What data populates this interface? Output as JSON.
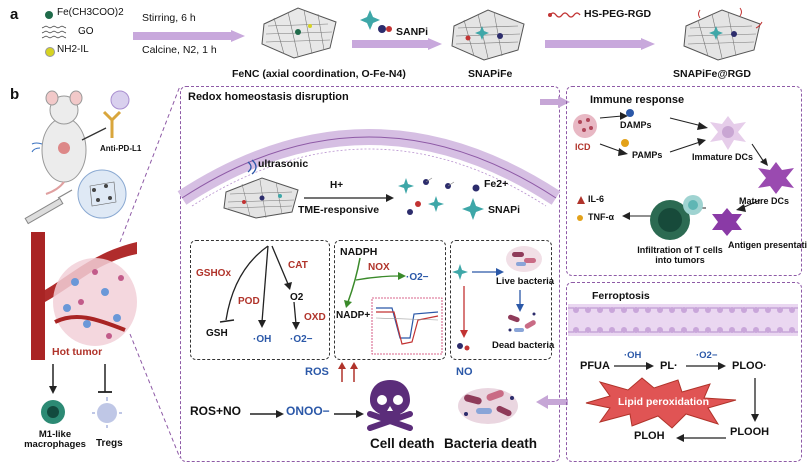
{
  "panel_a": {
    "label": "a",
    "reagents": {
      "fe_acetate": "Fe(CH3COO)2",
      "go": "GO",
      "nh2_il": "NH2-IL"
    },
    "step1": {
      "top": "Stirring, 6 h",
      "bottom": "Calcine, N2, 1 h"
    },
    "fenc_label": "FeNC (axial coordination, O-Fe-N4)",
    "sanpi_reagent": "SANPi",
    "snapife_label": "SNAPiFe",
    "peg_reagent": "HS-PEG-RGD",
    "final_label": "SNAPiFe@RGD"
  },
  "panel_b": {
    "label": "b",
    "anti_pd_l1": "Anti-PD-L1",
    "hot_tumor": "Hot tumor",
    "m1_macrophages": "M1-like macrophages",
    "tregs": "Tregs",
    "redox": {
      "title": "Redox homeostasis disruption",
      "ultrasonic": "ultrasonic",
      "h_plus": "H+",
      "tme_responsive": "TME-responsive",
      "fe2": "Fe2+",
      "snapi": "SNAPi",
      "gshox": "GSHOx",
      "gsh": "GSH",
      "pod": "POD",
      "oh": "·OH",
      "cat": "CAT",
      "o2": "O2",
      "oxd": "OXD",
      "o2_radical": "·O2−",
      "nadph": "NADPH",
      "nox": "NOX",
      "nox_product": "·O2−",
      "nadp": "NADP+",
      "live_bacteria": "Live bacteria",
      "dead_bacteria": "Dead bacteria",
      "ros": "ROS",
      "no": "NO",
      "reaction": "ROS+NO",
      "onoo": "ONOO−",
      "cell_death": "Cell death",
      "bacteria_death": "Bacteria death"
    },
    "immune": {
      "title": "Immune response",
      "icd": "ICD",
      "damps": "DAMPs",
      "pamps": "PAMPs",
      "immature_dcs": "Immature DCs",
      "mature_dcs": "Mature DCs",
      "il6": "IL-6",
      "tnf": "TNF-α",
      "antigen": "Antigen presentation",
      "infiltration": "Infiltration of T cells into tumors"
    },
    "ferroptosis": {
      "title": "Ferroptosis",
      "pfua": "PFUA",
      "oh": "·OH",
      "pl": "PL·",
      "o2": "·O2−",
      "ploo": "PLOO·",
      "lipid": "Lipid peroxidation",
      "plooh": "PLOOH",
      "ploh": "PLOH"
    }
  },
  "colors": {
    "frame_purple": "#8e5aa6",
    "accent_red": "#b0332a",
    "accent_blue": "#2b58a8",
    "arrow_purple": "#c6a6d6",
    "explosion_red": "#d84a4a",
    "membrane_purple": "#d6bfe3"
  }
}
